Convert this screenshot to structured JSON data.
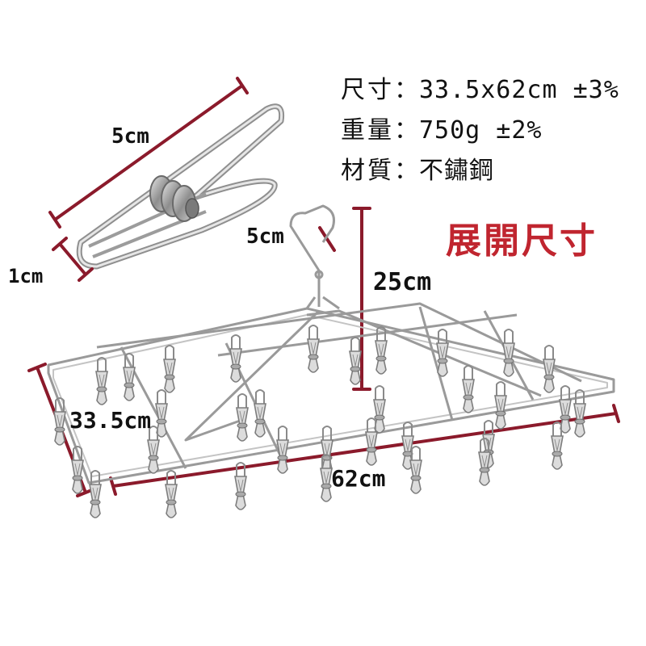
{
  "specs": [
    {
      "label": "尺寸",
      "sep": "：",
      "value": "33.5x62cm ±3%"
    },
    {
      "label": "重量",
      "sep": "：",
      "value": "750g ±2%"
    },
    {
      "label": "材質",
      "sep": "：",
      "value": "不鏽鋼"
    }
  ],
  "title": "展開尺寸",
  "dimensions": {
    "clip_length": "5cm",
    "clip_width": "1cm",
    "hook": "5cm",
    "height": "25cm",
    "depth": "33.5cm",
    "length": "62cm"
  },
  "colors": {
    "dimension_line": "#8b1a2b",
    "title": "#c0252f",
    "steel": "#9a9a9a"
  }
}
